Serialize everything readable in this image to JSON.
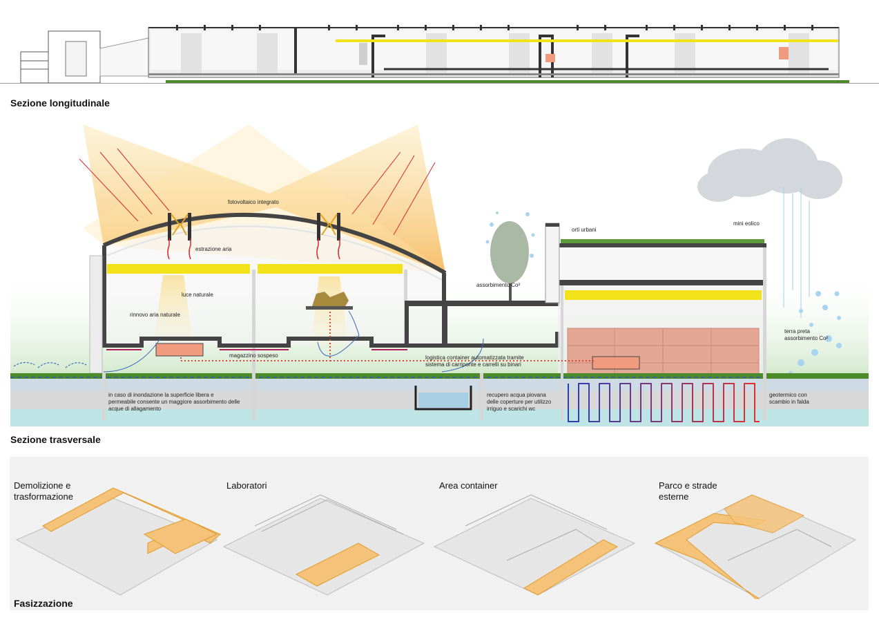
{
  "sections": {
    "longitudinal_title": "Sezione longitudinale",
    "transversal_title": "Sezione trasversale",
    "phasing_title": "Fasizzazione"
  },
  "labels": {
    "pv": "fotovoltaico integrato",
    "air_extract": "estrazione aria",
    "natural_light": "luce naturale",
    "air_renew": "rinnovo aria naturale",
    "suspended_store": "magazzino sospeso",
    "co2_absorb": "assorbimento Co²",
    "urban_gardens": "orti urbani",
    "mini_wind": "mini eolico",
    "logistics_1": "logistica container automatizzata tramite",
    "logistics_2": "sistema di carriponte e carrelli su binari",
    "flood_1": "in caso di inondazione la superficie libera e",
    "flood_2": "permeabile consente un maggiore assorbimento delle",
    "flood_3": "acque di allagamento",
    "rain_1": "recupero acqua piovana",
    "rain_2": "delle coperture per utilizzo",
    "rain_3": "irriguo e scarichi wc",
    "geo_1": "geotermico con",
    "geo_2": "scambio in falda",
    "terra_1": "terra preta",
    "terra_2": "assorbimento Co²"
  },
  "phases": [
    {
      "label": "Demolizione e\ntrasformazione"
    },
    {
      "label": "Laboratori"
    },
    {
      "label": "Area container"
    },
    {
      "label": "Parco e strade\nesterne"
    }
  ],
  "colors": {
    "highlight_orange": "#f5c27a",
    "pv_yellow": "#f2e21a",
    "storage_salmon": "#f09a7e",
    "water_blue": "#bfe4e6",
    "grass_green": "#4d8a2a"
  }
}
